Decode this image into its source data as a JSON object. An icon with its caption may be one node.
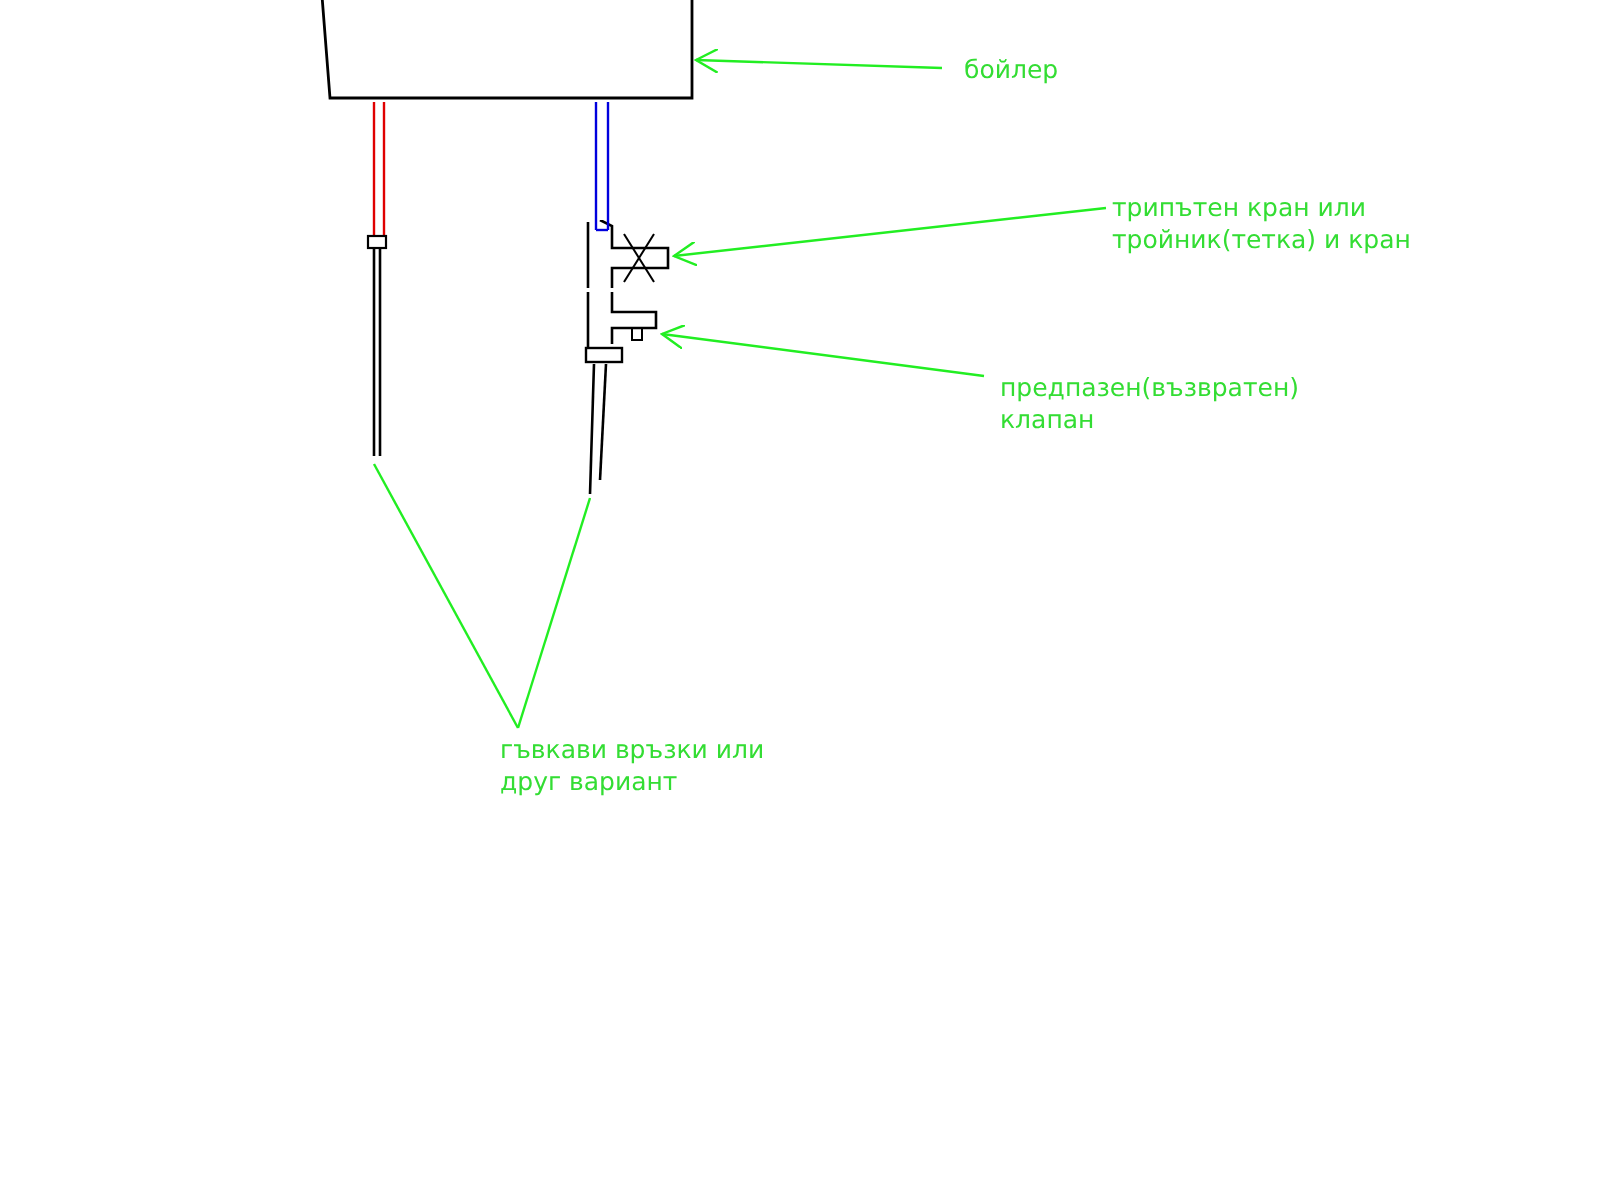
{
  "diagram": {
    "nodes": [
      {
        "text": [
          "бойлер"
        ]
      },
      {
        "text": [],
        "shape": "box"
      },
      {
        "text": [
          "трипътен кран или тройник(тетка) и кран"
        ]
      },
      {
        "text": [],
        "shape": "picture"
      },
      {
        "text": [
          "предпазен(възвратен) клапан"
        ]
      },
      {
        "text": [],
        "shape": "picture"
      },
      {
        "text": [
          "гъвкави връзки или друг вариант"
        ]
      },
      {
        "text": [],
        "shape": "picture"
      },
      {
        "text": [],
        "shape": "picture"
      }
    ],
    "edges": [
      {
        "from": 0,
        "to": 1,
        "arrow": "to"
      },
      {
        "from": 2,
        "to": 3,
        "arrow": "to"
      },
      {
        "from": 4,
        "to": 5,
        "arrow": "to"
      },
      {
        "from": 6,
        "to": 7,
        "arrow": "none"
      },
      {
        "from": 6,
        "to": 8,
        "arrow": "none"
      }
    ]
  }
}
